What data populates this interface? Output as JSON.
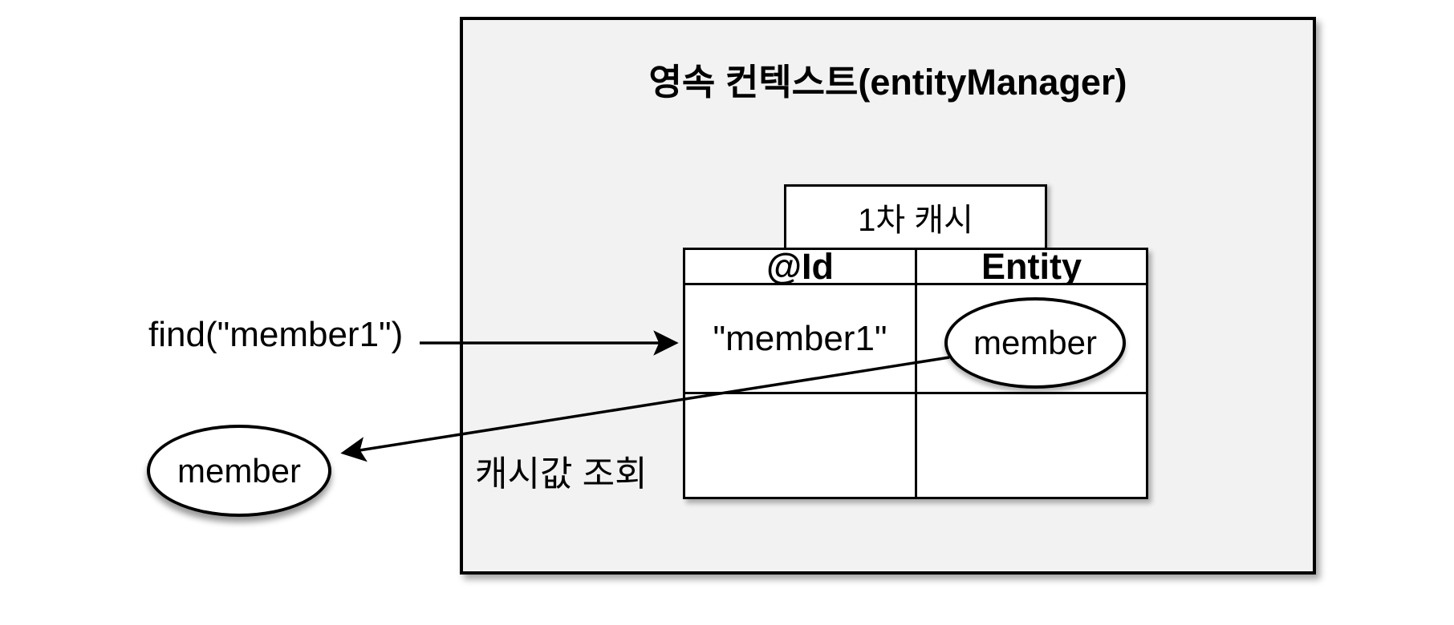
{
  "diagram": {
    "container_title": "영속 컨텍스트(entityManager)",
    "cache_box_label": "1차 캐시",
    "table": {
      "headers": [
        "@Id",
        "Entity"
      ],
      "rows": [
        {
          "id": "\"member1\"",
          "entity": "member"
        },
        {
          "id": "",
          "entity": ""
        }
      ]
    },
    "labels": {
      "find_call": "find(\"member1\")",
      "cache_lookup": "캐시값 조회"
    },
    "result_entity_label": "member",
    "colors": {
      "container_fill": "#f2f2f2",
      "shape_fill": "#ffffff",
      "stroke": "#000000"
    }
  }
}
